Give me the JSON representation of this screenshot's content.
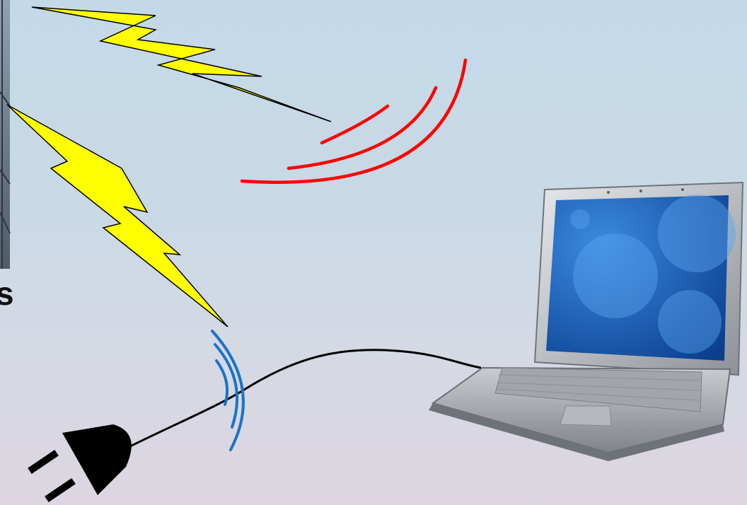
{
  "slide": {
    "edge_text": "s",
    "palette": {
      "background_top": "#c4d9e8",
      "background_bottom": "#ddd6e0",
      "lightning": "#ffff00",
      "signal_arcs_top": "#ff0000",
      "signal_arcs_bottom": "#1a74c8",
      "cable": "#000000",
      "plug": "#000000",
      "screen": "#1b5fb6"
    },
    "objects": [
      "lightning-bolt-top",
      "lightning-bolt-left",
      "red-signal-arcs",
      "blue-signal-arcs",
      "power-cable",
      "power-plug",
      "laptop",
      "left-edge-photo"
    ]
  }
}
